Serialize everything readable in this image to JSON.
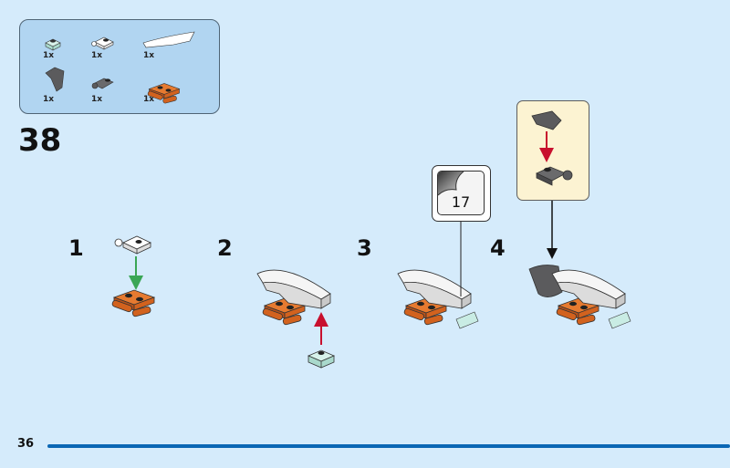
{
  "parts_list": [
    {
      "part": "light-aqua-plate-1x1",
      "qty": "1x"
    },
    {
      "part": "white-plate-clip",
      "qty": "1x"
    },
    {
      "part": "white-curved-slope",
      "qty": "1x"
    },
    {
      "part": "dark-gray-wedge",
      "qty": "1x"
    },
    {
      "part": "dark-gray-plate-ball",
      "qty": "1x"
    },
    {
      "part": "orange-plate-1x2-bar",
      "qty": "1x"
    }
  ],
  "step_number": "38",
  "substeps": [
    "1",
    "2",
    "3",
    "4"
  ],
  "sticker": {
    "number": "17"
  },
  "page_number": "36",
  "colors": {
    "background": "#d5ebfb",
    "parts_box": "#b1d5f1",
    "callout": "#fcf3d2",
    "page_bar": "#0b67b4",
    "orange": "#d2621e",
    "dark_gray": "#5b5b5d",
    "arrow_red": "#c8102e",
    "arrow_green": "#3aa655"
  }
}
